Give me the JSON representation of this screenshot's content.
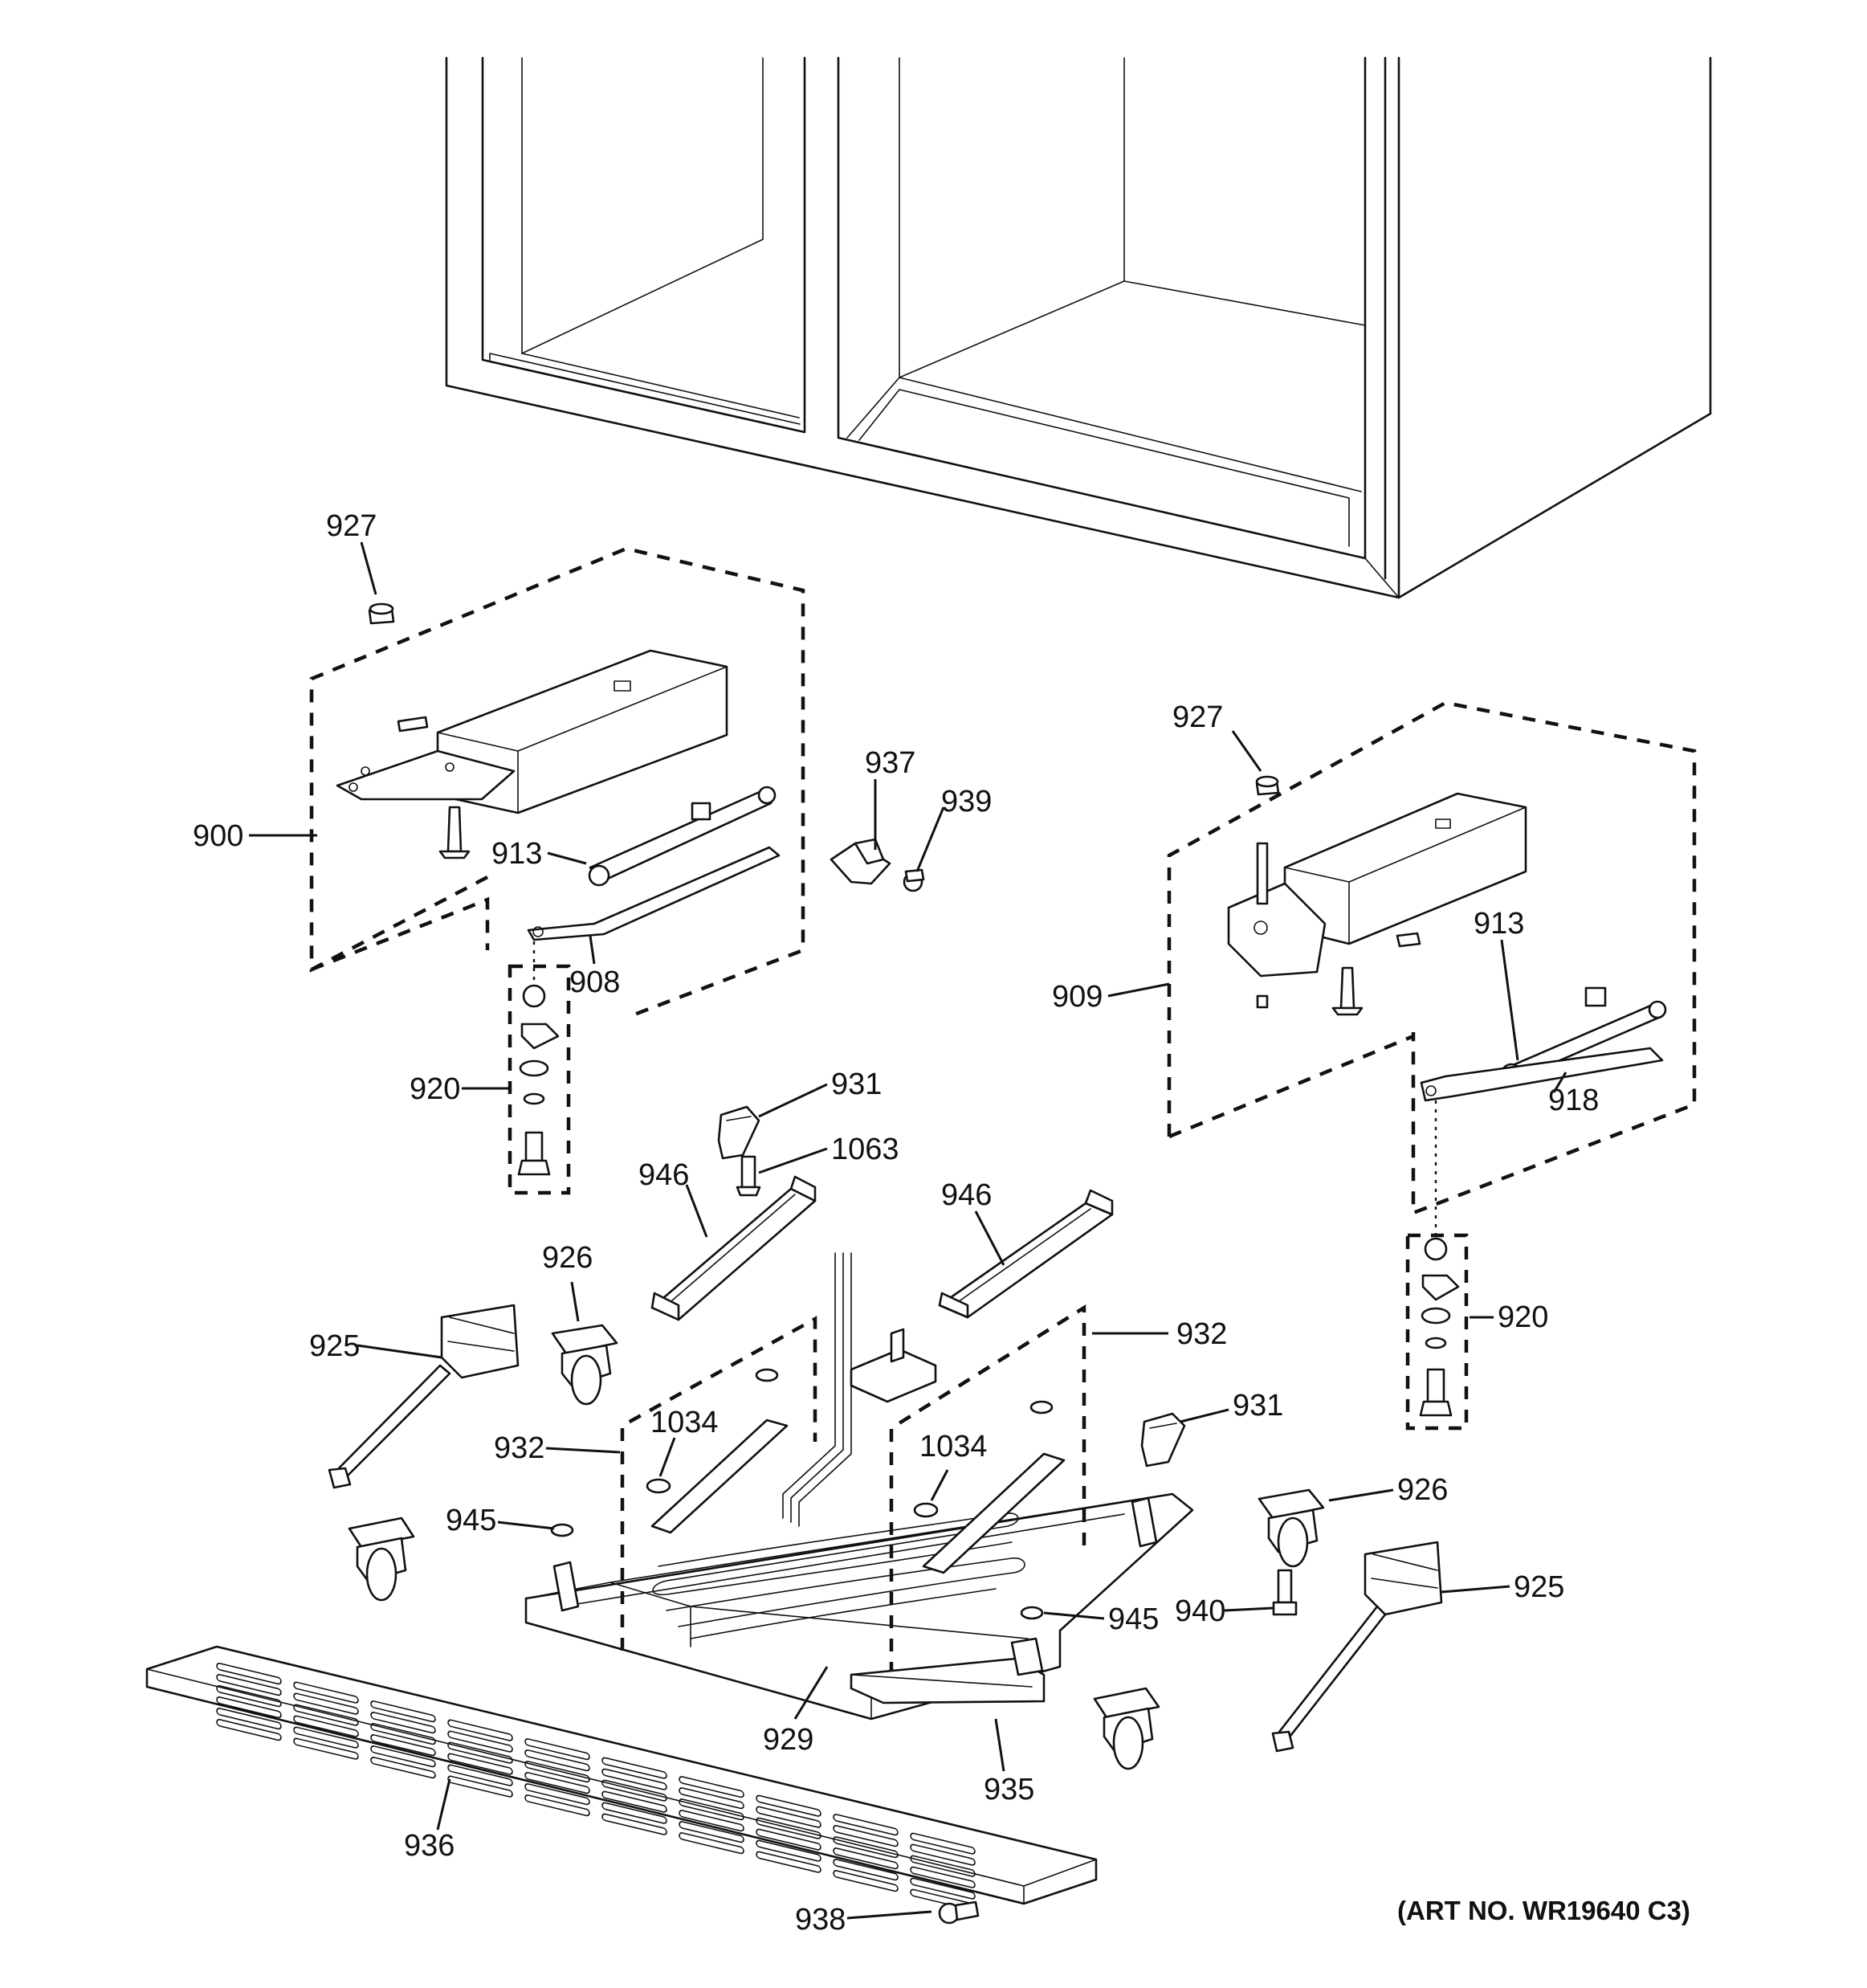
{
  "callouts": {
    "c927a": "927",
    "c927b": "927",
    "c900": "900",
    "c913a": "913",
    "c913b": "913",
    "c937": "937",
    "c939": "939",
    "c908": "908",
    "c909": "909",
    "c918": "918",
    "c920a": "920",
    "c920b": "920",
    "c931a": "931",
    "c931b": "931",
    "c1063": "1063",
    "c946a": "946",
    "c946b": "946",
    "c926a": "926",
    "c926b": "926",
    "c925a": "925",
    "c925b": "925",
    "c932a": "932",
    "c932b": "932",
    "c1034a": "1034",
    "c1034b": "1034",
    "c945a": "945",
    "c945b": "945",
    "c940": "940",
    "c929": "929",
    "c935": "935",
    "c936": "936",
    "c938": "938"
  },
  "art_number": "(ART NO. WR19640 C3)"
}
